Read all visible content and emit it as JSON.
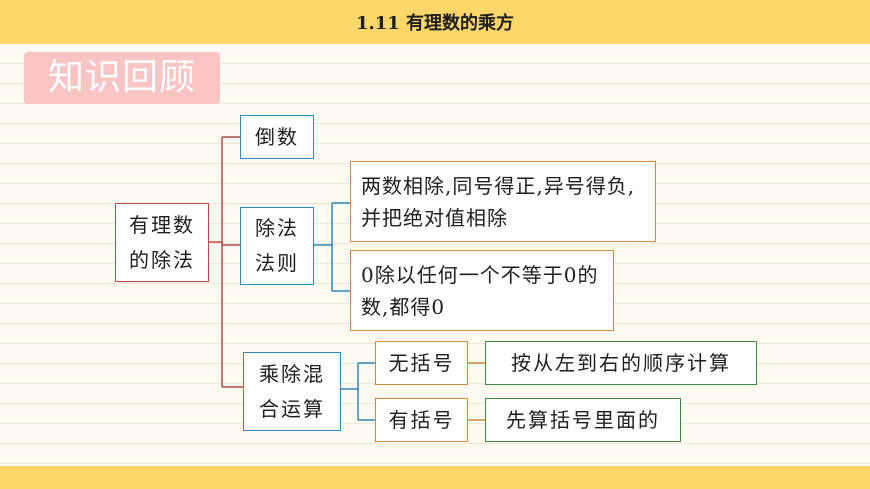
{
  "header": {
    "title": "1.11 有理数的乘方"
  },
  "section": {
    "title": "知识回顾"
  },
  "diagram": {
    "root": "有理数的除法",
    "reciprocal": "倒数",
    "division_rule": {
      "label": "除法法则",
      "rule1": "两数相除,同号得正,异号得负,并把绝对值相除",
      "rule2": "0除以任何一个不等于0的数,都得0"
    },
    "mixed": {
      "label": "乘除混合运算",
      "no_bracket": "无括号",
      "no_bracket_rule": "按从左到右的顺序计算",
      "with_bracket": "有括号",
      "with_bracket_rule": "先算括号里面的"
    }
  },
  "colors": {
    "banner": "#fbd76a",
    "title_badge": "#f8c4c4",
    "red_line": "#b84a4a",
    "blue_line": "#2f87c0",
    "orange_border": "#d08a3a",
    "green_border": "#3d8a3d"
  }
}
